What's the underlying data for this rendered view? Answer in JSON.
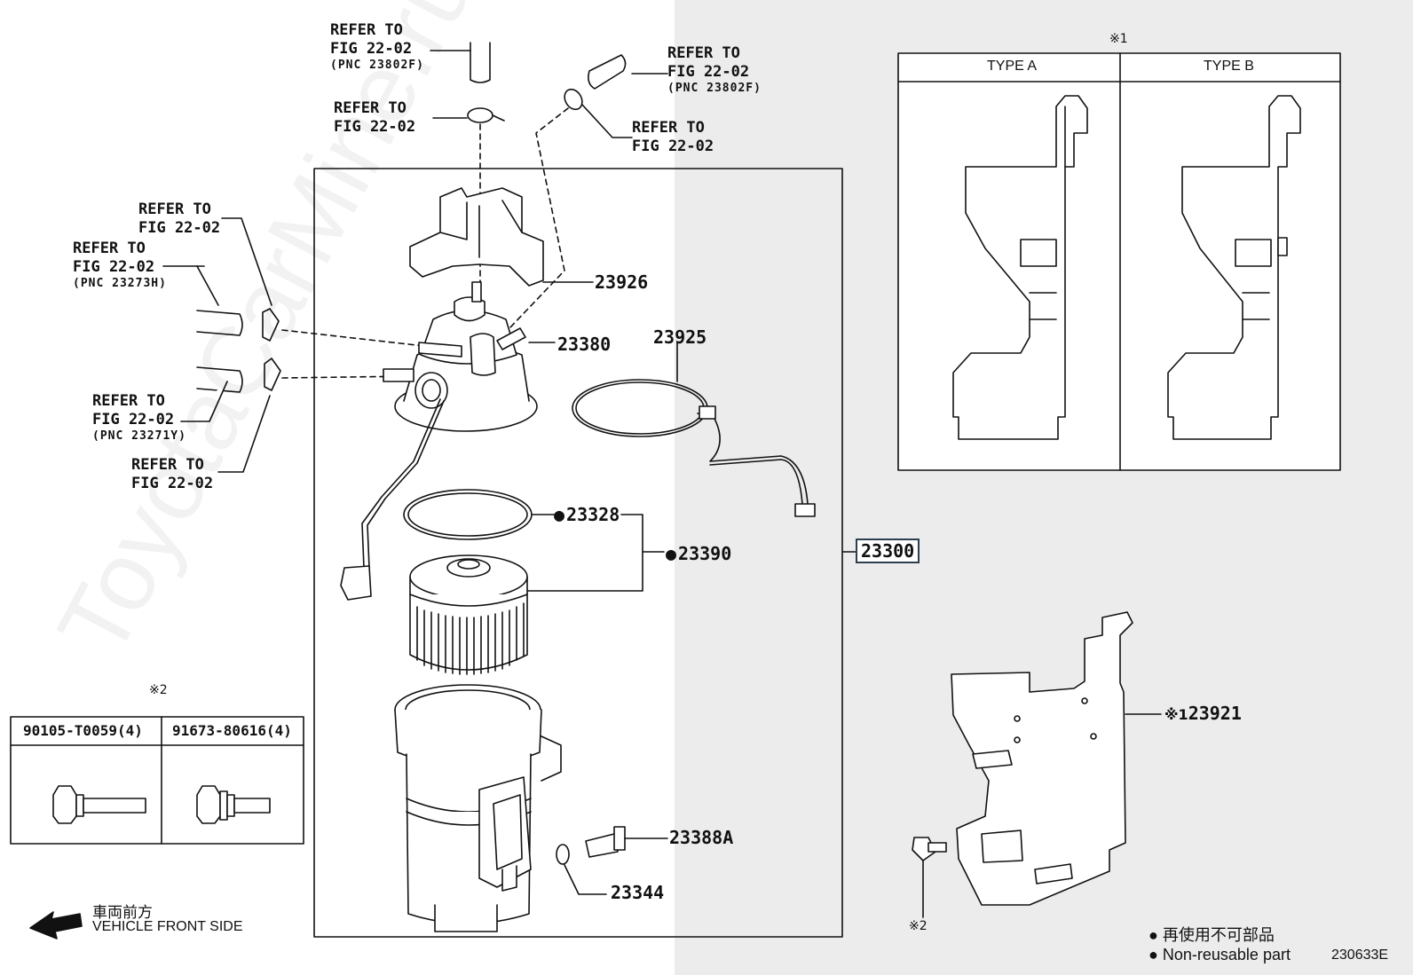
{
  "refs": {
    "r1": {
      "line1": "REFER TO",
      "line2": "FIG 22-02",
      "pnc": "(PNC 23802F)"
    },
    "r2": {
      "line1": "REFER TO",
      "line2": "FIG 22-02",
      "pnc": "(PNC 23802F)"
    },
    "r3": {
      "line1": "REFER TO",
      "line2": "FIG 22-02"
    },
    "r4": {
      "line1": "REFER TO",
      "line2": "FIG 22-02"
    },
    "r5": {
      "line1": "REFER TO",
      "line2": "FIG 22-02"
    },
    "r6": {
      "line1": "REFER TO",
      "line2": "FIG 22-02",
      "pnc": "(PNC 23273H)"
    },
    "r7": {
      "line1": "REFER TO",
      "line2": "FIG 22-02",
      "pnc": "(PNC 23271Y)"
    },
    "r8": {
      "line1": "REFER TO",
      "line2": "FIG 22-02"
    }
  },
  "parts": {
    "p23926": "23926",
    "p23380": "23380",
    "p23925": "23925",
    "p23328": "23328",
    "p23390": "23390",
    "p23300": "23300",
    "p23388A": "23388A",
    "p23344": "23344",
    "p23921": "23921"
  },
  "marks": {
    "note1": "※1",
    "note2": "※2",
    "note1_label": "※1",
    "note2_label": "※2",
    "note2_table": "※2"
  },
  "type_table": {
    "headers": [
      "TYPE A",
      "TYPE B"
    ]
  },
  "bolt_table": {
    "headers": [
      "90105-T0059(4)",
      "91673-80616(4)"
    ]
  },
  "direction": {
    "jp": "車両前方",
    "en": "VEHICLE FRONT SIDE"
  },
  "legend": {
    "jp": "再使用不可部品",
    "en": "Non-reusable part",
    "code": "230633E"
  },
  "watermark": "ToyotaCarMine.ru"
}
